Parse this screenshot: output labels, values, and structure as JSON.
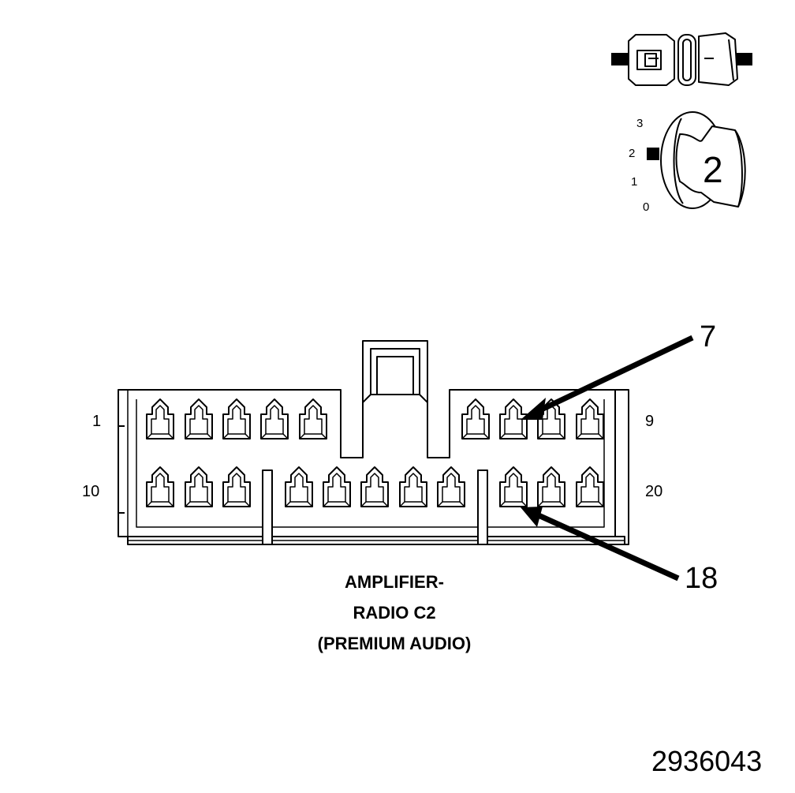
{
  "diagram": {
    "caption": {
      "line1": "AMPLIFIER-",
      "line2": "RADIO C2",
      "line3": "(PREMIUM AUDIO)"
    },
    "pin_labels": {
      "top_left": "1",
      "top_right": "9",
      "bottom_left": "10",
      "bottom_right": "20"
    },
    "callouts": {
      "upper": "7",
      "lower": "18"
    },
    "ignition_key": {
      "positions": [
        "3",
        "2",
        "1",
        "0"
      ],
      "selected_position": "2",
      "key_label": "2"
    },
    "figure_id": "2936043",
    "icons": [
      "connector-icon",
      "ignition-switch-icon"
    ],
    "colors": {
      "ink": "#000000",
      "paper": "#ffffff"
    }
  }
}
